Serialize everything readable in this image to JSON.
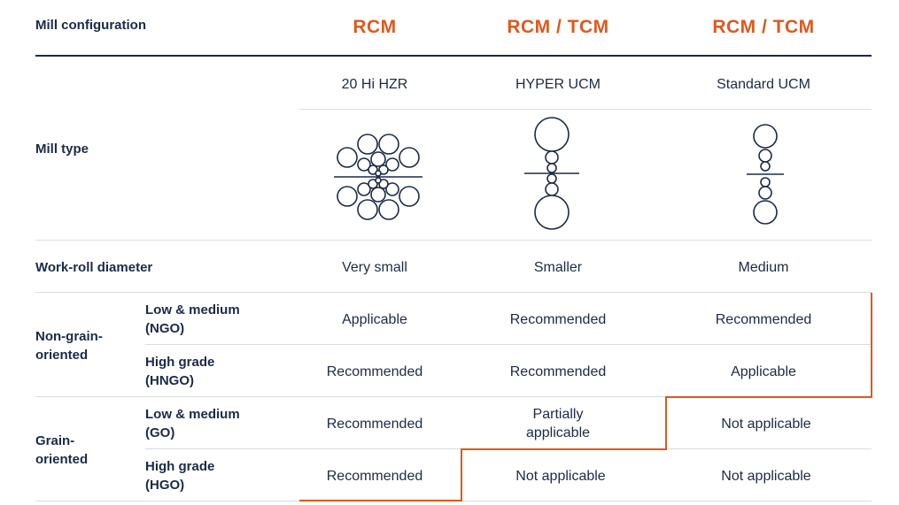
{
  "header": {
    "row_label": "Mill configuration",
    "columns": [
      "RCM",
      "RCM / TCM",
      "RCM / TCM"
    ]
  },
  "mill_type": {
    "label": "Mill type",
    "names": [
      "20 Hi HZR",
      "HYPER UCM",
      "Standard UCM"
    ],
    "icons": [
      "20-hi-mill-icon",
      "hyper-ucm-mill-icon",
      "standard-ucm-mill-icon"
    ]
  },
  "work_roll": {
    "label": "Work-roll diameter",
    "values": [
      "Very small",
      "Smaller",
      "Medium"
    ]
  },
  "groups": [
    {
      "label": [
        "Non-grain-",
        "oriented"
      ],
      "rows": [
        {
          "label": [
            "Low & medium",
            "(NGO)"
          ],
          "values": [
            [
              "Applicable"
            ],
            [
              "Recommended"
            ],
            [
              "Recommended"
            ]
          ]
        },
        {
          "label": [
            "High grade",
            "(HNGO)"
          ],
          "values": [
            [
              "Recommended"
            ],
            [
              "Recommended"
            ],
            [
              "Applicable"
            ]
          ]
        }
      ]
    },
    {
      "label": [
        "Grain-",
        "oriented"
      ],
      "rows": [
        {
          "label": [
            "Low & medium",
            "(GO)"
          ],
          "values": [
            [
              "Recommended"
            ],
            [
              "Partially",
              "applicable"
            ],
            [
              "Not applicable"
            ]
          ]
        },
        {
          "label": [
            "High grade",
            "(HGO)"
          ],
          "values": [
            [
              "Recommended"
            ],
            [
              "Not applicable"
            ],
            [
              "Not applicable"
            ]
          ]
        }
      ]
    }
  ],
  "colors": {
    "navy": "#1b2a48",
    "accent": "#e0581b",
    "rule": "#d9dce2"
  }
}
